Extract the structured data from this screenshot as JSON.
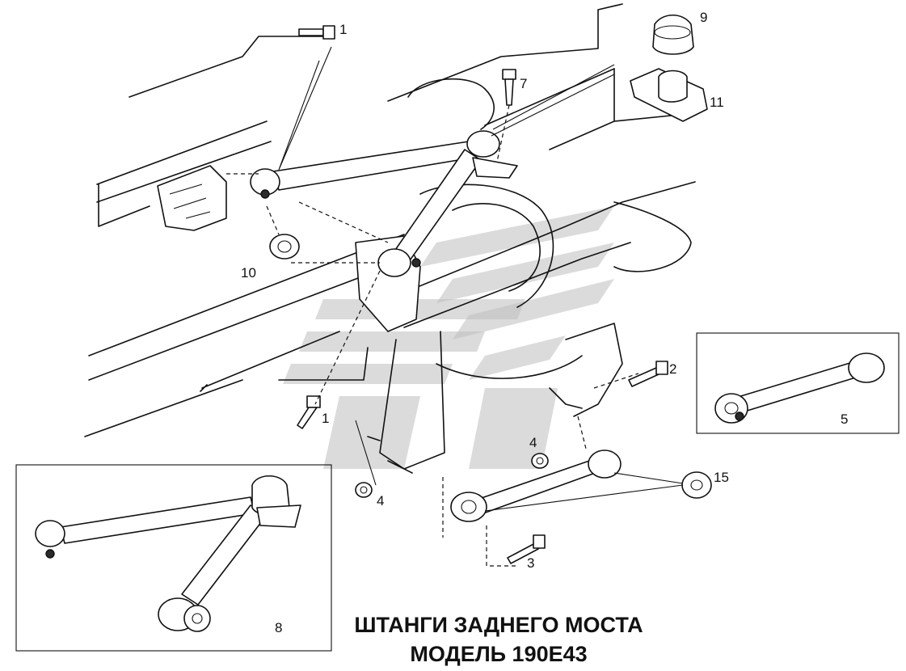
{
  "title": {
    "line1": "ШТАНГИ ЗАДНЕГО МОСТА",
    "line2": "МОДЕЛЬ 190Е43"
  },
  "callouts": {
    "c1_top": "1",
    "c1_bottom": "1",
    "c2": "2",
    "c3": "3",
    "c4_left": "4",
    "c4_right": "4",
    "c5": "5",
    "c7": "7",
    "c8": "8",
    "c9": "9",
    "c10": "10",
    "c11": "11",
    "c15": "15"
  }
}
